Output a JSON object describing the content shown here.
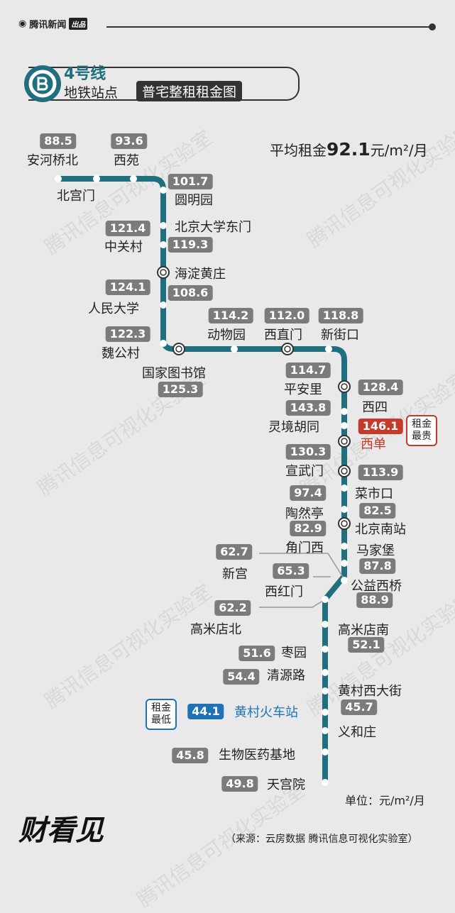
{
  "header": {
    "source_logo": "腾讯新闻",
    "source_logo_badge": "出品"
  },
  "title": {
    "line_name": "4号线",
    "subtitle": "地铁站点",
    "highlight": "普宅整租租金图"
  },
  "average": {
    "prefix": "平均租金",
    "value": "92.1",
    "suffix": "元/m²/月"
  },
  "tags": {
    "highest": "租金最贵",
    "lowest": "租金最低"
  },
  "stations": [
    {
      "name": "安河桥北",
      "rent": "88.5"
    },
    {
      "name": "北宫门",
      "rent": ""
    },
    {
      "name": "西苑",
      "rent": "93.6"
    },
    {
      "name": "圆明园",
      "rent": "101.7"
    },
    {
      "name": "北京大学东门",
      "rent": "121.4"
    },
    {
      "name": "中关村",
      "rent": "119.3"
    },
    {
      "name": "海淀黄庄",
      "rent": "108.6"
    },
    {
      "name": "人民大学",
      "rent": "124.1"
    },
    {
      "name": "魏公村",
      "rent": "122.3"
    },
    {
      "name": "国家图书馆",
      "rent": "125.3"
    },
    {
      "name": "动物园",
      "rent": "114.2"
    },
    {
      "name": "西直门",
      "rent": "112.0"
    },
    {
      "name": "新街口",
      "rent": "118.8"
    },
    {
      "name": "平安里",
      "rent": "114.7"
    },
    {
      "name": "西四",
      "rent": "128.4"
    },
    {
      "name": "灵境胡同",
      "rent": "143.8"
    },
    {
      "name": "西单",
      "rent": "146.1"
    },
    {
      "name": "宣武门",
      "rent": "130.3"
    },
    {
      "name": "菜市口",
      "rent": "113.9"
    },
    {
      "name": "陶然亭",
      "rent": "97.4"
    },
    {
      "name": "北京南站",
      "rent": "82.5"
    },
    {
      "name": "角门西",
      "rent": "82.9"
    },
    {
      "name": "马家堡",
      "rent": "87.8"
    },
    {
      "name": "新宫",
      "rent": "62.7"
    },
    {
      "name": "公益西桥",
      "rent": "88.9"
    },
    {
      "name": "西红门",
      "rent": "65.3"
    },
    {
      "name": "高米店北",
      "rent": "62.2"
    },
    {
      "name": "高米店南",
      "rent": "52.1"
    },
    {
      "name": "枣园",
      "rent": "51.6"
    },
    {
      "name": "清源路",
      "rent": "54.4"
    },
    {
      "name": "黄村西大街",
      "rent": "45.7"
    },
    {
      "name": "黄村火车站",
      "rent": "44.1"
    },
    {
      "name": "义和庄",
      "rent": ""
    },
    {
      "name": "生物医药基地",
      "rent": "45.8"
    },
    {
      "name": "天宫院",
      "rent": "49.8"
    }
  ],
  "colors": {
    "line": "#1f6f7e",
    "value_box": "#7b7b7b",
    "highest": "#c43a2b",
    "lowest": "#1f73b5"
  },
  "footer": {
    "unit": "单位：元/m²/月",
    "brand": "财看见",
    "source": "（来源：云房数据  腾讯信息可视化实验室）"
  },
  "watermark": "腾讯信息可视化实验室"
}
